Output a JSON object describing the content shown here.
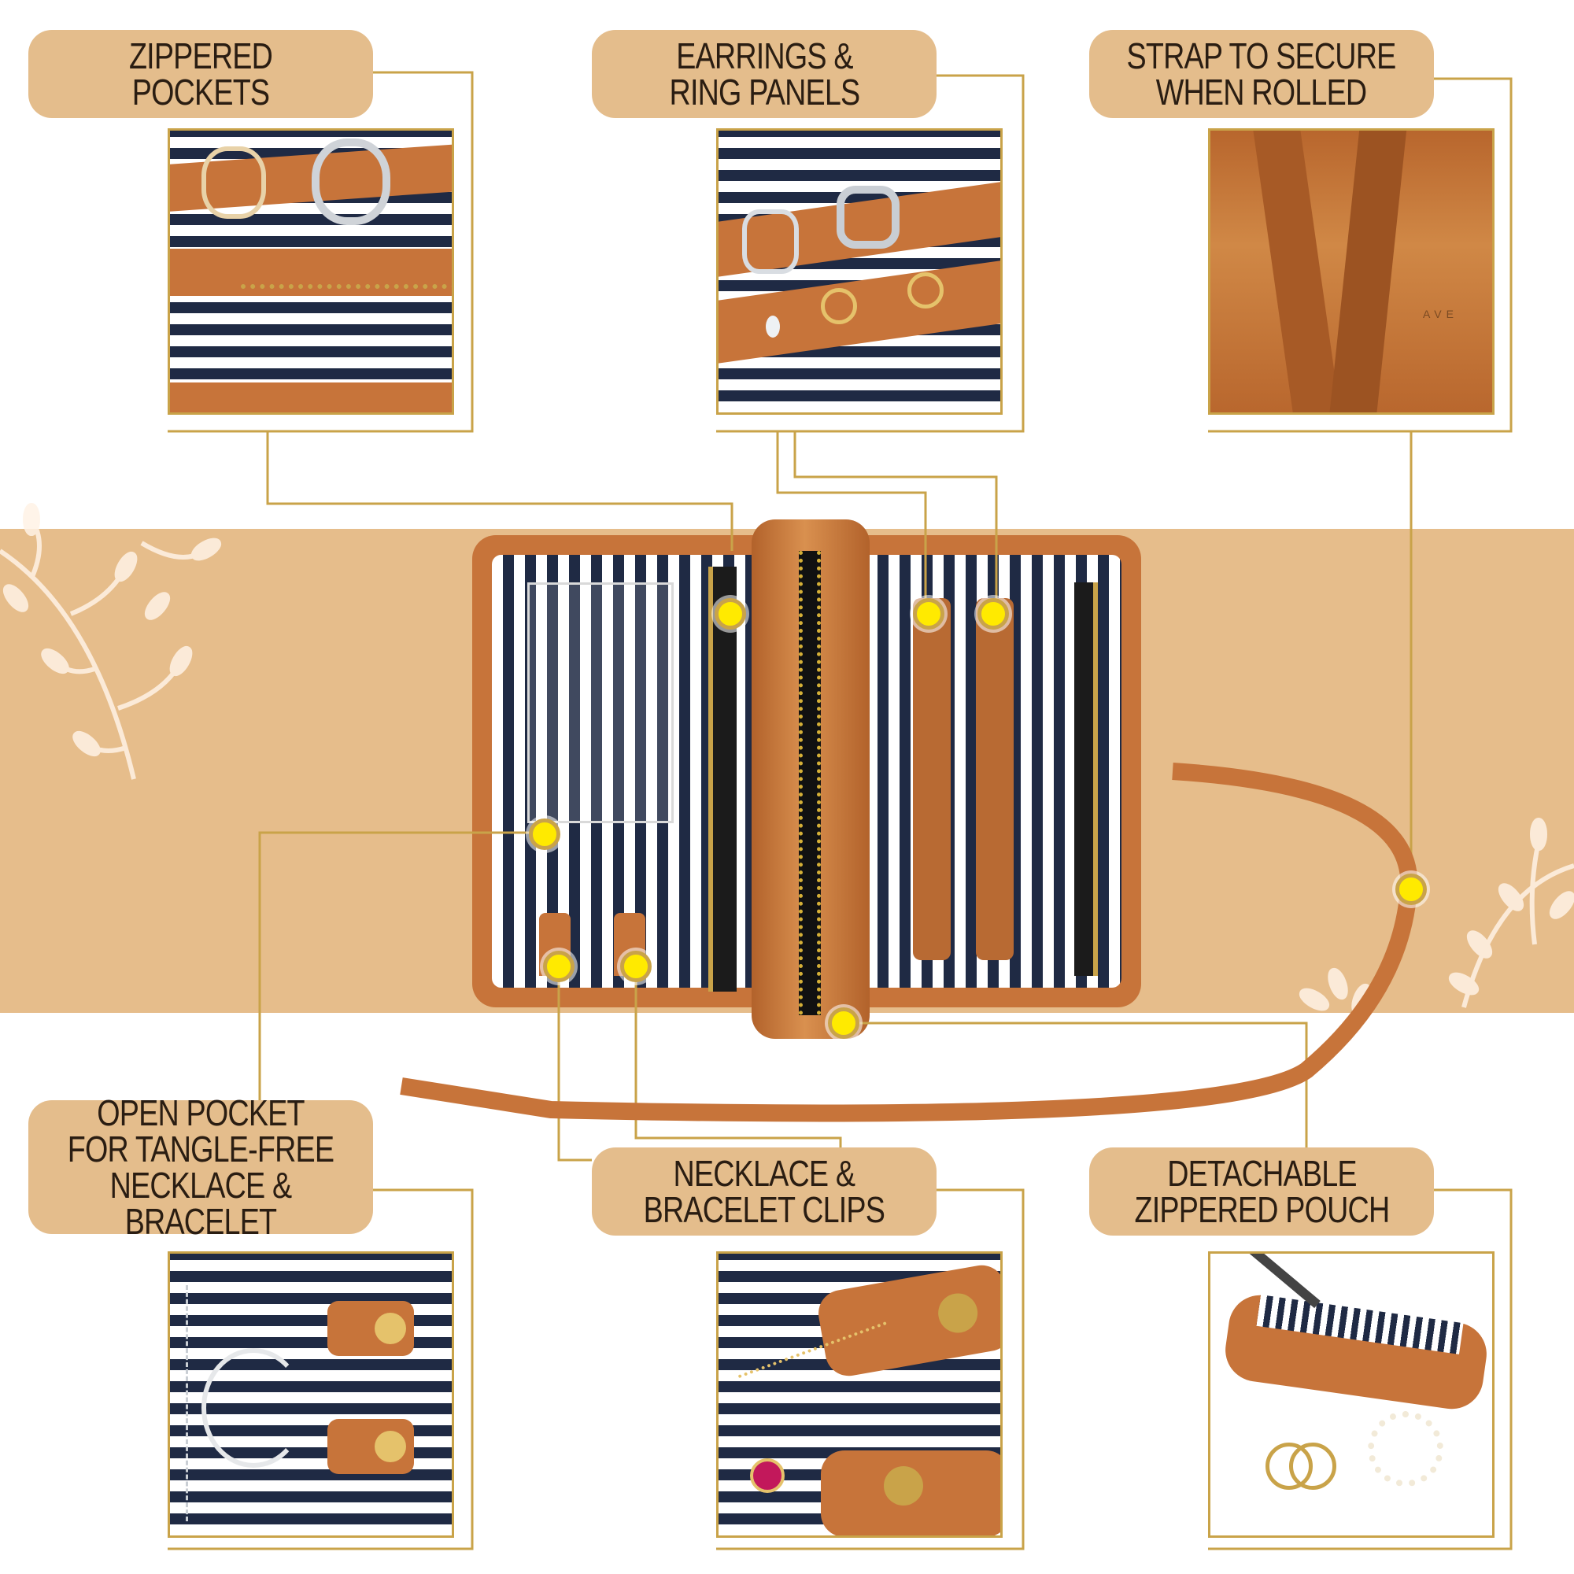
{
  "labels": {
    "zippered_pockets": "ZIPPERED POCKETS",
    "earrings_ring_panels": "EARRINGS &\nRING PANELS",
    "strap_secure": "STRAP TO SECURE\nWHEN ROLLED",
    "open_pocket": "OPEN POCKET\nFOR TANGLE-FREE\nNECKLACE & BRACELET",
    "necklace_clips": "NECKLACE &\nBRACELET CLIPS",
    "detachable_pouch": "DETACHABLE\nZIPPERED POUCH"
  },
  "brand_mark": "AVE",
  "colors": {
    "band": "#e6bd8b",
    "label_bg": "#e4bd8c",
    "gold_line": "#c9a349",
    "marker": "#ffea00",
    "leather": "#c7743a",
    "stripe_dark": "#1f2a44"
  },
  "icons": [
    "leaf-branch-left",
    "leaf-branch-right",
    "zipper",
    "snap-button"
  ]
}
